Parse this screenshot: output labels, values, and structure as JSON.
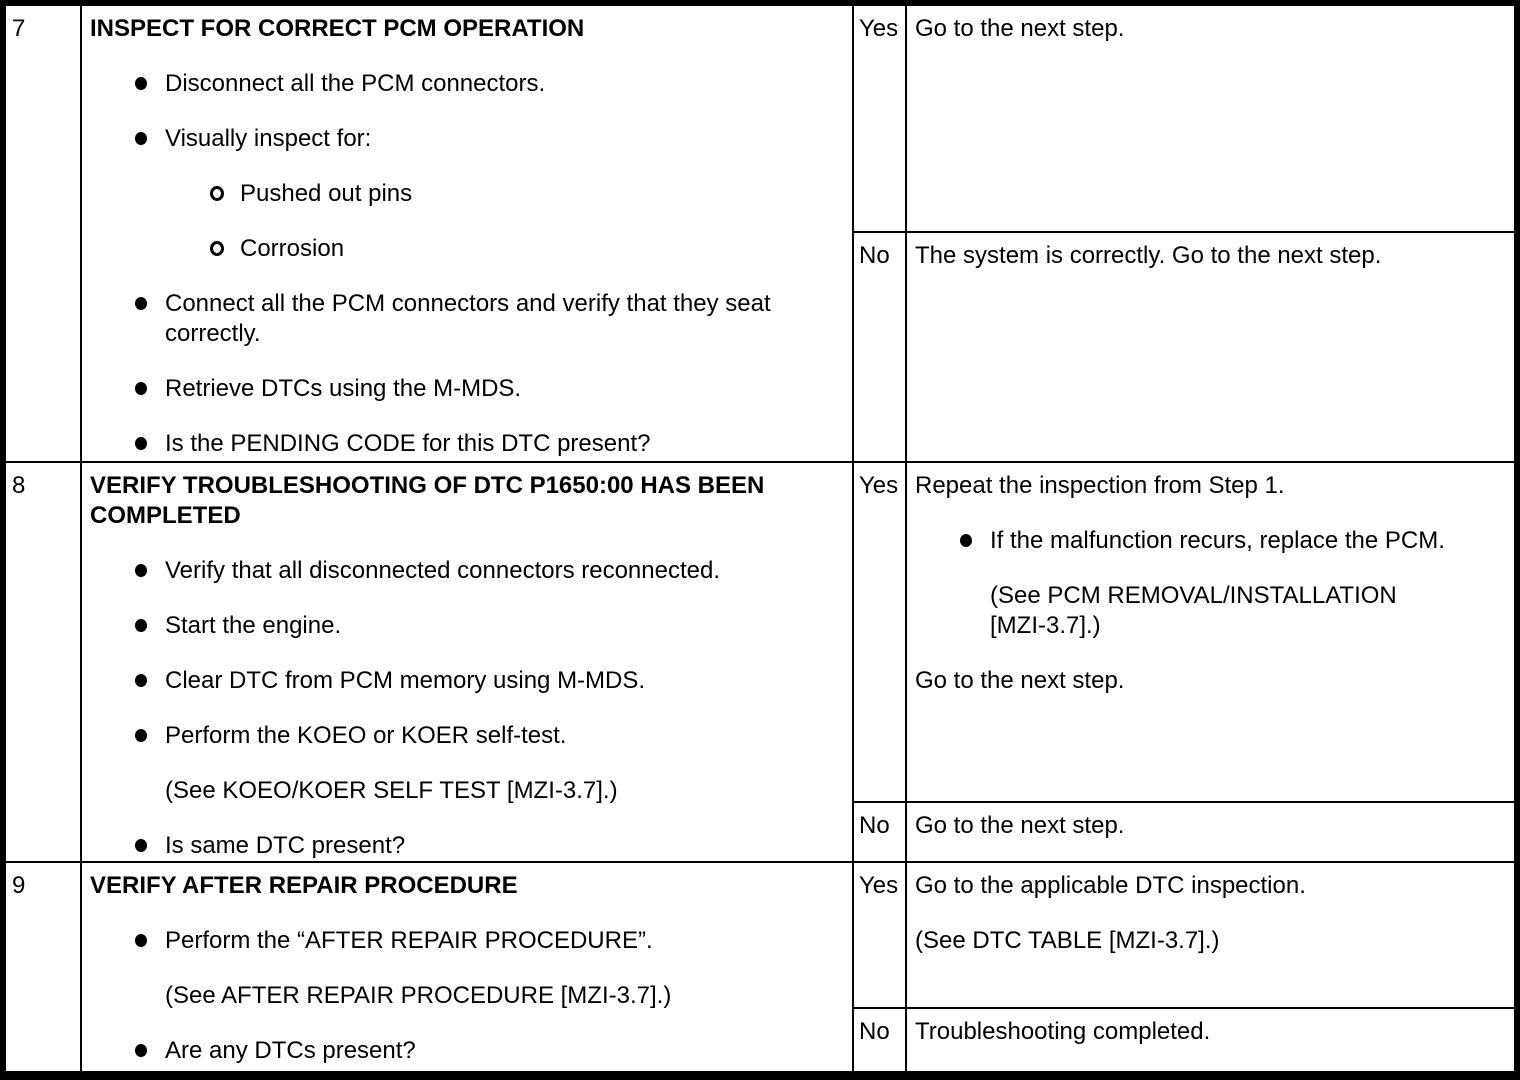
{
  "colors": {
    "ink": "#000000",
    "paper": "#ffffff"
  },
  "rows": [
    {
      "step": "7",
      "title": "INSPECT FOR CORRECT PCM OPERATION",
      "b1": "Disconnect all the PCM connectors.",
      "b2": "Visually inspect for:",
      "s1": "Pushed out pins",
      "s2": "Corrosion",
      "b3_l1": "Connect all the PCM connectors and verify that they seat",
      "b3_l2": "correctly.",
      "b4": "Retrieve DTCs using the M-MDS.",
      "b5": "Is the PENDING CODE for this DTC present?",
      "yes_label": "Yes",
      "yes_text": "Go to the next step.",
      "no_label": "No",
      "no_text": "The system is correctly. Go to the next step."
    },
    {
      "step": "8",
      "title_l1": "VERIFY TROUBLESHOOTING OF DTC P1650:00 HAS BEEN",
      "title_l2": "COMPLETED",
      "b1": "Verify that all disconnected connectors reconnected.",
      "b2": "Start the engine.",
      "b3": "Clear DTC from PCM memory using M-MDS.",
      "b4": "Perform the KOEO or KOER self-test.",
      "note": "(See KOEO/KOER SELF TEST [MZI-3.7].)",
      "b5": "Is same DTC present?",
      "yes_label": "Yes",
      "yes_line1": "Repeat the inspection from Step 1.",
      "yes_bullet": "If the malfunction recurs, replace the PCM.",
      "yes_note_l1": "(See PCM REMOVAL/INSTALLATION",
      "yes_note_l2": "[MZI-3.7].)",
      "yes_line2": "Go to the next step.",
      "no_label": "No",
      "no_text": "Go to the next step."
    },
    {
      "step": "9",
      "title": "VERIFY AFTER REPAIR PROCEDURE",
      "b1": "Perform the “AFTER REPAIR PROCEDURE”.",
      "note": "(See AFTER REPAIR PROCEDURE [MZI-3.7].)",
      "b2": "Are any DTCs present?",
      "yes_label": "Yes",
      "yes_line1": "Go to the applicable DTC inspection.",
      "yes_note": "(See DTC TABLE [MZI-3.7].)",
      "no_label": "No",
      "no_text": "Troubleshooting completed."
    }
  ]
}
